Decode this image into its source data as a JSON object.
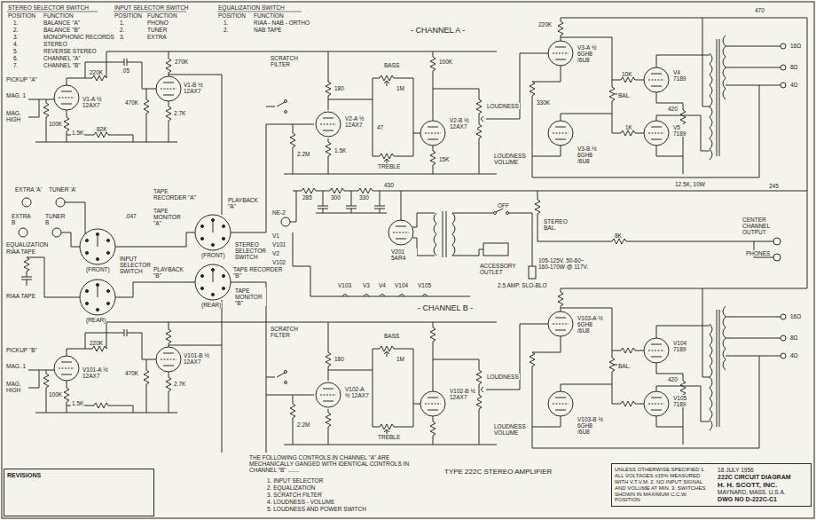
{
  "diagram": {
    "nodes": [
      {
        "text": [
          "18 JULY 1956",
          "222C CIRCUIT DIAGRAM",
          "H. H. SCOTT, INC.",
          "MAYNARD, MASS. U.S.A.",
          "UNLESS OTHERWISE SPECIFIED 1. ALL VOLTAGES ±15% MEASURED WITH V.T.V.M. 2. NO INPUT SIGNAL AND VOLUME AT MIN. 3. SWITCHES SHOWN IN MAXIMUM C.C.W. POSITION",
          "DWG NO D-222C-C1"
        ]
      },
      {
        "text": [
          "REVISIONS"
        ]
      }
    ],
    "labels": [
      "STEREO SELECTOR SWITCH",
      "POSITION",
      "FUNCTION",
      "1.",
      "BALANCE \"A\"",
      "2.",
      "BALANCE \"B\"",
      "3.",
      "MONOPHONIC RECORDS",
      "4.",
      "STEREO",
      "5.",
      "REVERSE STEREO",
      "6.",
      "CHANNEL \"A\"",
      "7.",
      "CHANNEL \"B\"",
      "INPUT SELECTOR SWITCH",
      "POSITION",
      "FUNCTION",
      "1.",
      "PHONO",
      "2.",
      "TUNER",
      "3.",
      "EXTRA",
      "EQUALIZATION SWITCH",
      "POSITION",
      "FUNCTION",
      "1.",
      "RIAA - NAB - ORTHO",
      "2.",
      "NAB TAPE",
      "- CHANNEL A -",
      "- CHANNEL B -",
      "PICKUP \"A\"",
      "MAG. 1",
      "MAG. HIGH",
      "V1-A ½ 12AX7",
      "V1-B ½ 12AX7",
      "V2-A ½ 12AX7",
      "V2-B ½ 12AX7",
      "V3-A ½ 6GH8 /6U8",
      "V3-B ½ 6GH8 /6U8",
      "V4 7189",
      "V5 7189",
      "V201 5AR4",
      "PICKUP \"B\"",
      "MAG. 1",
      "MAG. HIGH",
      "V101-A ½ 12AX7",
      "V101-B ½ 12AX7",
      "V102-A ½ 12AX7",
      "V102-B ½ 12AX7",
      "V103-A ½ 6GH8 /6U8",
      "V103-B ½ 6GH8 /6U8",
      "V104 7189",
      "V105 7189",
      "EXTRA 'A'",
      "TUNER 'A'",
      "EXTRA B",
      "TUNER B",
      "INPUT SELECTOR SWITCH",
      "(FRONT)",
      "(REAR)",
      "EQUALIZATION",
      "RIAA TAPE",
      "RIAA TAPE",
      "TAPE RECORDER \"A\"",
      "TAPE MONITOR \"A\"",
      "PLAYBACK \"A\"",
      "STEREO SELECTOR SWITCH",
      "(FRONT)",
      "(REAR)",
      "PLAYBACK \"B\"",
      "TAPE RECORDER \"B\"",
      "TAPE MONITOR \"B\"",
      "SCRATCH FILTER",
      "BASS",
      "TREBLE",
      "LOUDNESS",
      "LOUDNESS VOLUME",
      "SCRATCH FILTER",
      "BASS",
      "TREBLE",
      "LOUDNESS",
      "LOUDNESS VOLUME",
      "BAL.",
      "BAL.",
      "16Ω",
      "8Ω",
      "4Ω",
      "16Ω",
      "8Ω",
      "4Ω",
      "12.5K, 10W",
      "245",
      "8K",
      "CENTER CHANNEL OUTPUT",
      "PHONES",
      "STEREO BAL.",
      "ACCESSORY OUTLET",
      "105-125V. 50-60~ 160-170W @ 117V.",
      "2.5 AMP. SLO-BLO",
      "OFF",
      "NE-2",
      "V1",
      "V101",
      "V2",
      "V102",
      "V103",
      "V3",
      "V4",
      "V104",
      "V105",
      "285",
      "300",
      "330",
      "430",
      "100K",
      "1.5K",
      "220K",
      ".05",
      "470K",
      "2.7K",
      "270K",
      "82K",
      "2.2M",
      "180",
      "1.5K",
      "1M",
      "47",
      "100K",
      "15K",
      "220K",
      "330K",
      "470",
      "10K",
      "1K",
      "420",
      ".047",
      "100K",
      "1.5K",
      "220K",
      "470K",
      "2.7K",
      "2.2M",
      "180",
      "1M",
      "420",
      "THE FOLLOWING CONTROLS IN CHANNEL \"A\" ARE MECHANICALLY GANGED WITH IDENTICAL CONTROLS IN CHANNEL \"B\" .......",
      "1. INPUT SELECTOR",
      "2. EQUALIZATION",
      "3. SCRATCH FILTER",
      "4. LOUDNESS - VOLUME",
      "5. LOUDNESS AND POWER SWITCH",
      "TYPE 222C STEREO AMPLIFIER"
    ]
  }
}
